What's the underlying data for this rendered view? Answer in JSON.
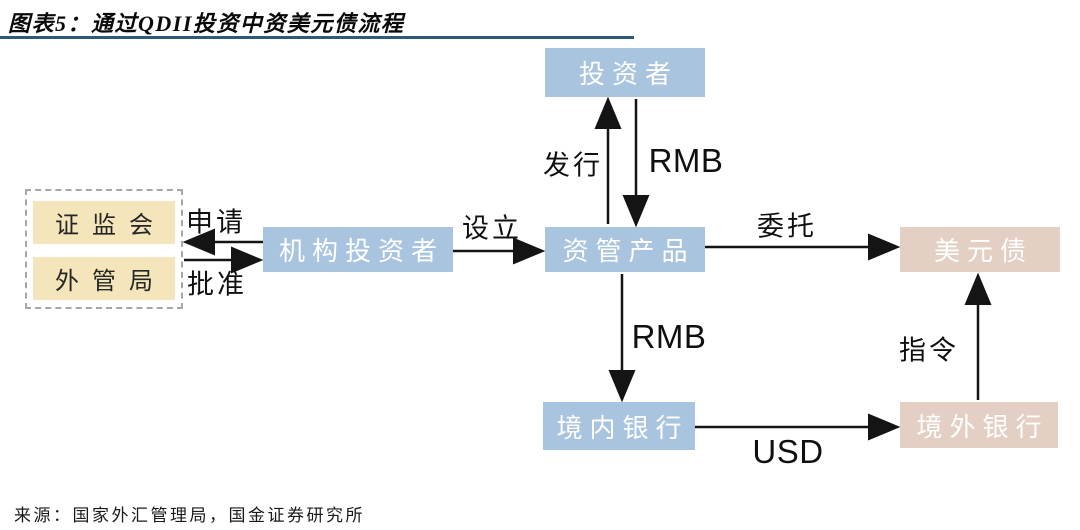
{
  "header": {
    "title": "图表5：通过QDII投资中资美元债流程"
  },
  "footer": {
    "source": "来源：国家外汇管理局，国金证券研究所"
  },
  "colors": {
    "box_blue": "#a9c4de",
    "box_pink": "#e3cfc3",
    "box_yellow": "#f4e5bb",
    "dashed_border": "#a6a6a6",
    "arrow": "#141414",
    "title_underline": "#2e5a78"
  },
  "diagram": {
    "nodes": {
      "investor": "投资者",
      "csrc": "证监会",
      "safe": "外管局",
      "institutional_investor": "机构投资者",
      "asset_mgmt_product": "资管产品",
      "usd_bond": "美元债",
      "domestic_bank": "境内银行",
      "overseas_bank": "境外银行"
    },
    "edges": {
      "apply": "申请",
      "approve": "批准",
      "establish": "设立",
      "issue": "发行",
      "rmb_top": "RMB",
      "entrust": "委托",
      "rmb_bottom": "RMB",
      "usd": "USD",
      "instruction": "指令"
    }
  }
}
